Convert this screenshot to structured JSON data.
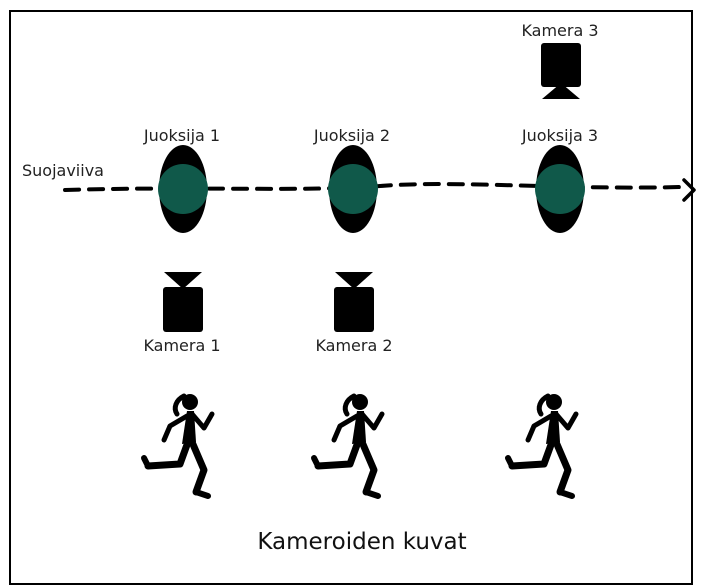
{
  "protective_line": {
    "label": "Suojaviiva"
  },
  "runners": [
    {
      "label": "Juoksija 1"
    },
    {
      "label": "Juoksija 2"
    },
    {
      "label": "Juoksija 3"
    }
  ],
  "cameras": [
    {
      "label": "Kamera 1"
    },
    {
      "label": "Kamera 2"
    },
    {
      "label": "Kamera 3"
    }
  ],
  "caption": "Kameroiden kuvat",
  "colors": {
    "runner_marker": "#10594a",
    "shape": "#000000"
  }
}
